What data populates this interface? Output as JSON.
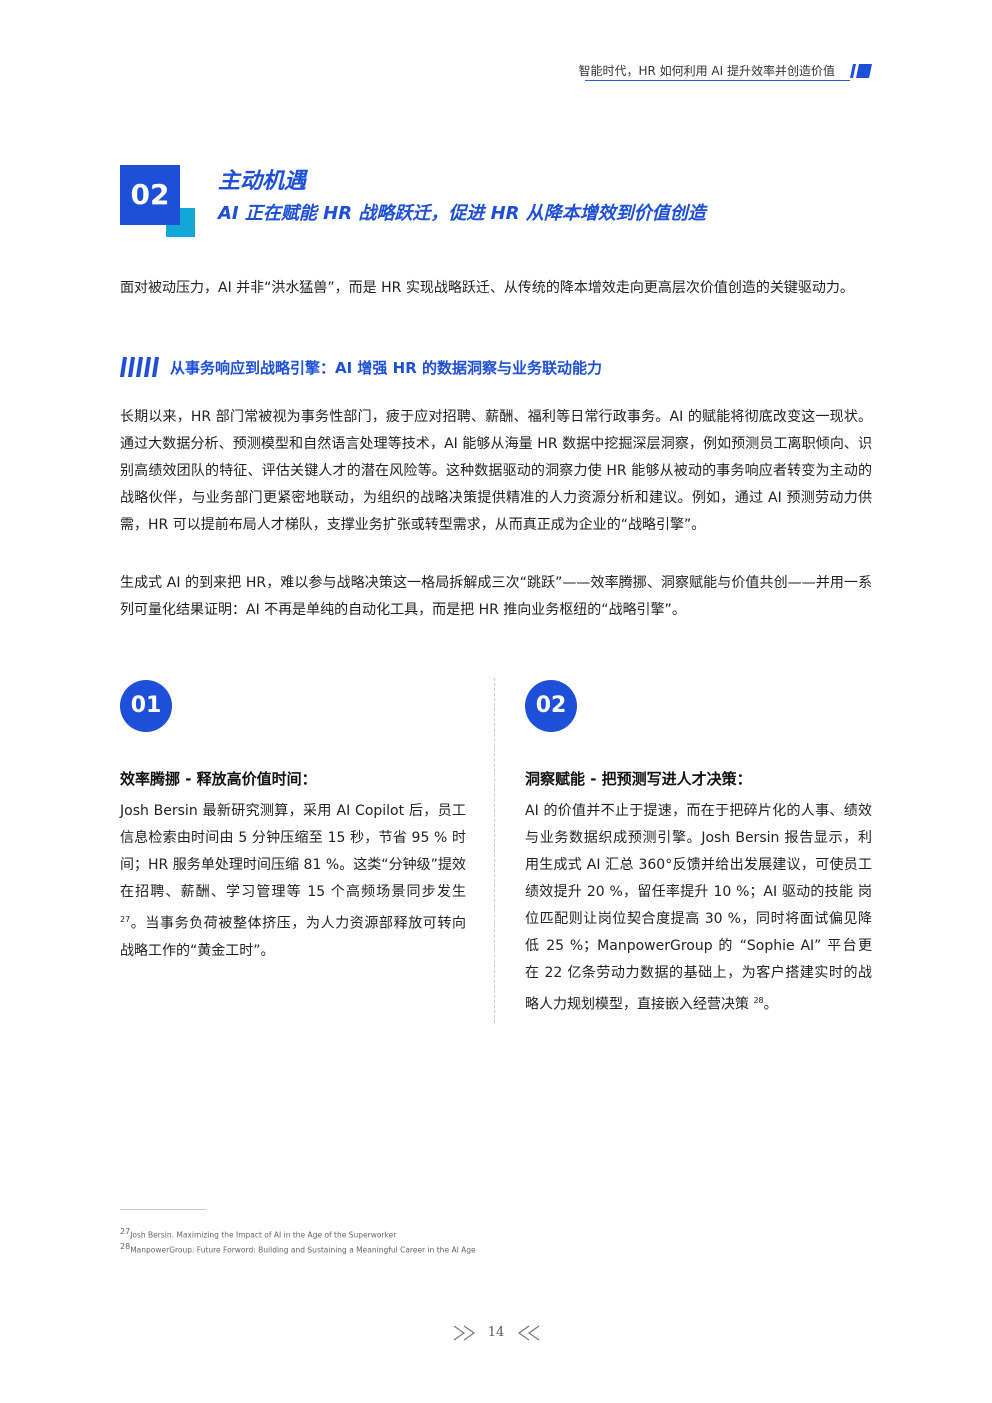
{
  "header": {
    "title": "智能时代，HR 如何利用 AI 提升效率并创造价值"
  },
  "section": {
    "number": "02",
    "title": "主动机遇",
    "subtitle": "AI 正在赋能 HR 战略跃迁，促进 HR 从降本增效到价值创造"
  },
  "intro": "面对被动压力，AI 并非“洪水猛兽”，而是 HR 实现战略跃迁、从传统的降本增效走向更高层次价值创造的关键驱动力。",
  "subsection": {
    "heading": "从事务响应到战略引擎：AI 增强 HR 的数据洞察与业务联动能力"
  },
  "paragraphs": {
    "p1": "长期以来，HR 部门常被视为事务性部门，疲于应对招聘、薪酬、福利等日常行政事务。AI 的赋能将彻底改变这一现状。通过大数据分析、预测模型和自然语言处理等技术，AI 能够从海量 HR 数据中挖掘深层洞察，例如预测员工离职倾向、识别高绩效团队的特征、评估关键人才的潜在风险等。这种数据驱动的洞察力使 HR 能够从被动的事务响应者转变为主动的战略伙伴，与业务部门更紧密地联动，为组织的战略决策提供精准的人力资源分析和建议。例如，通过 AI 预测劳动力供需，HR 可以提前布局人才梯队，支撑业务扩张或转型需求，从而真正成为企业的“战略引擎”。",
    "p2": "生成式 AI 的到来把 HR，难以参与战略决策这一格局拆解成三次“跳跃”——效率腾挪、洞察赋能与价值共创——并用一系列可量化结果证明：AI 不再是单纯的自动化工具，而是把 HR 推向业务枢纽的“战略引擎”。"
  },
  "columns": [
    {
      "number": "01",
      "heading": "效率腾挪 - 释放高价值时间：",
      "body_a": "Josh Bersin 最新研究测算，采用 AI Copilot 后，员工信息检索由时间由 5 分钟压缩至 15 秒，节省 95 % 时间；HR 服务单处理时间压缩 81 %。这类“分钟级”提效在招聘、薪酬、学习管理等 15 个高频场景同步发生 ",
      "ref": "27",
      "body_b": "。当事务负荷被整体挤压，为人力资源部释放可转向战略工作的“黄金工时”。"
    },
    {
      "number": "02",
      "heading": "洞察赋能 - 把预测写进人才决策：",
      "body_a": "AI 的价值并不止于提速，而在于把碎片化的人事、绩效与业务数据织成预测引擎。Josh Bersin 报告显示，利用生成式 AI 汇总 360°反馈并给出发展建议，可使员工绩效提升 20 %，留任率提升 10 %；AI 驱动的技能 岗位匹配则让岗位契合度提高 30 %，同时将面试偏见降低 25 %；ManpowerGroup 的 “Sophie AI” 平台更在 22 亿条劳动力数据的基础上，为客户搭建实时的战略人力规划模型，直接嵌入经营决策 ",
      "ref": "28",
      "body_b": "。"
    }
  ],
  "footnotes": [
    {
      "ref": "27",
      "text": "Josh Bersin. Maximizing the Impact of AI in the Age of the Superworker"
    },
    {
      "ref": "28",
      "text": "ManpowerGroup. Future Forword: Building and Sustaining a Meaningful Career in the AI Age"
    }
  ],
  "page": {
    "number": "14"
  },
  "colors": {
    "accent": "#1d4fd8",
    "accent_secondary": "#12a7d6"
  }
}
